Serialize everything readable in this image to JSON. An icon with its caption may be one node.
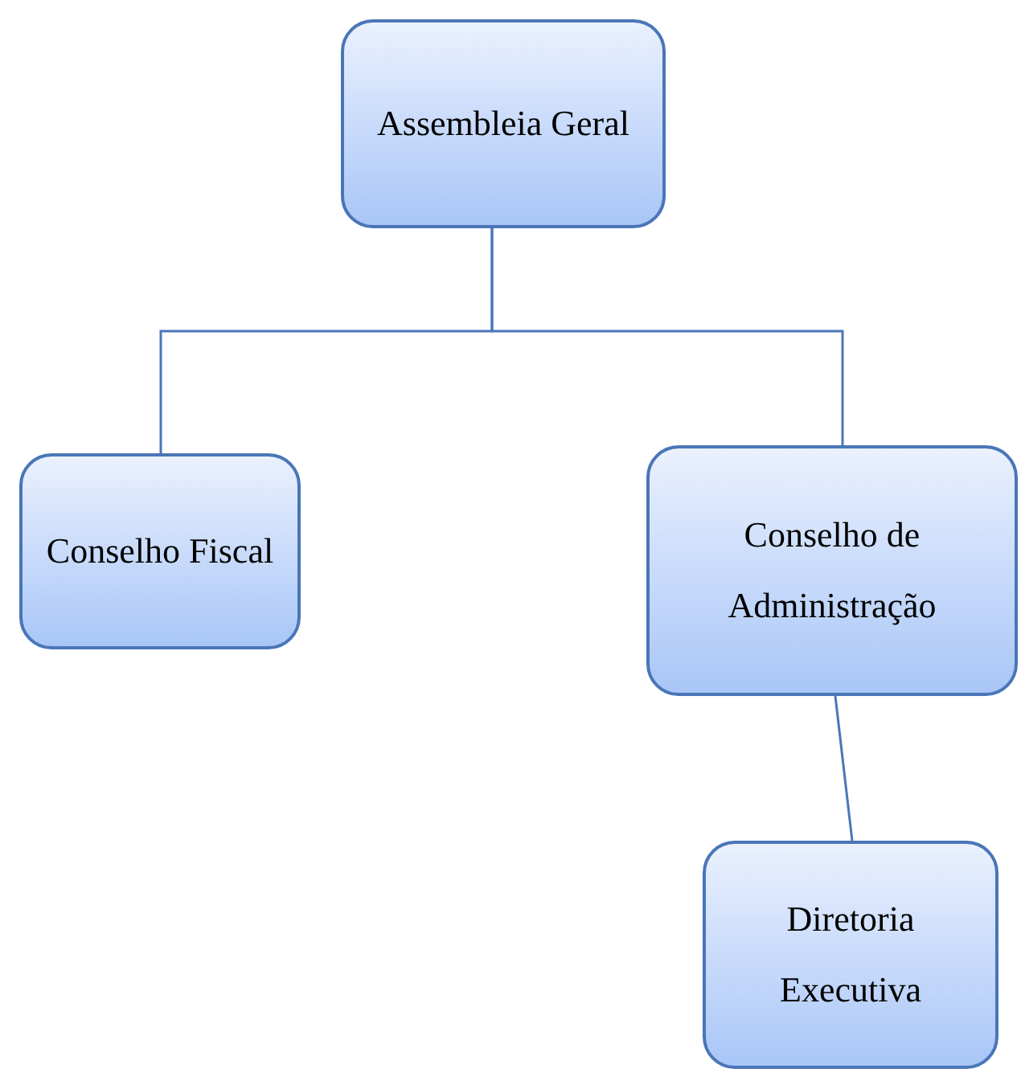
{
  "diagram": {
    "nodes": [
      {
        "text": [
          "Assembleia Geral"
        ]
      },
      {
        "text": [
          "Conselho Fiscal"
        ]
      },
      {
        "text": [
          "Conselho de Administração"
        ]
      },
      {
        "text": [
          "Diretoria Executiva"
        ]
      }
    ],
    "edges": [
      {
        "from": 0,
        "to": 1,
        "arrow": "none"
      },
      {
        "from": 0,
        "to": 2,
        "arrow": "none"
      },
      {
        "from": 2,
        "to": 3,
        "arrow": "none"
      }
    ]
  }
}
